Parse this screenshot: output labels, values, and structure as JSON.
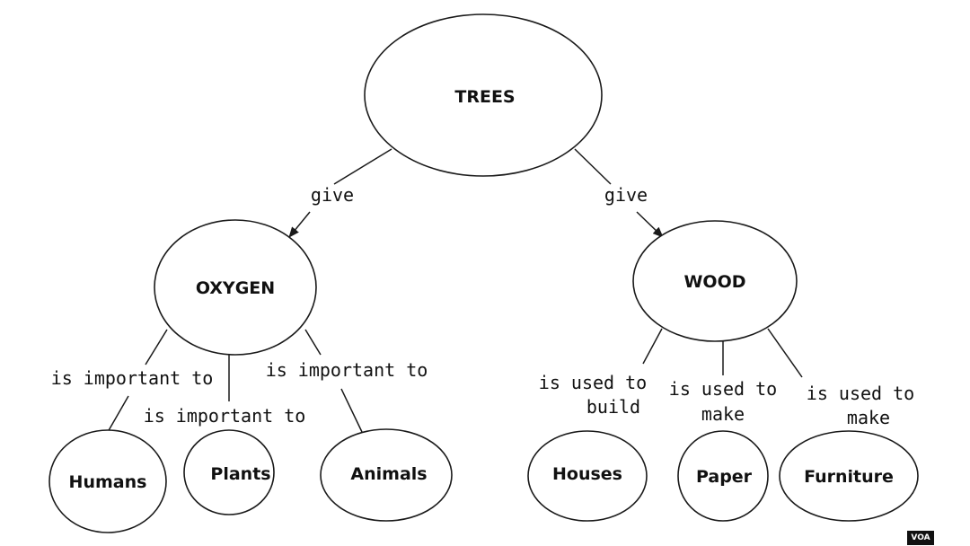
{
  "nodes": {
    "trees": "TREES",
    "oxygen": "OXYGEN",
    "wood": "WOOD",
    "humans": "Humans",
    "plants": "Plants",
    "animals": "Animals",
    "houses": "Houses",
    "paper": "Paper",
    "furniture": "Furniture"
  },
  "edges": {
    "trees_oxygen": "give",
    "trees_wood": "give",
    "oxygen_humans": "is important to",
    "oxygen_plants": "is important to",
    "oxygen_animals": "is important to",
    "wood_houses": [
      "is used to",
      "build"
    ],
    "wood_paper": [
      "is used to",
      "make"
    ],
    "wood_furniture": [
      "is used to",
      "make"
    ]
  },
  "watermark": "VOA"
}
